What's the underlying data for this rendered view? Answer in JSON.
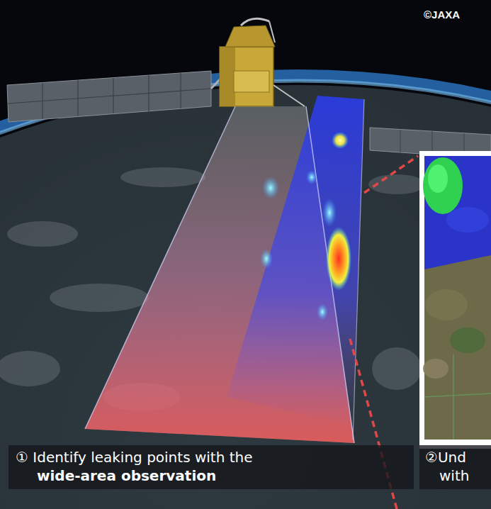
{
  "diagram": {
    "nodes": [
      {
        "text": [
          "① Identify leaking points with the",
          "wide-area observation"
        ]
      },
      {
        "text": [
          "②Und",
          "with"
        ]
      }
    ],
    "labels": [
      "©JAXA"
    ]
  }
}
